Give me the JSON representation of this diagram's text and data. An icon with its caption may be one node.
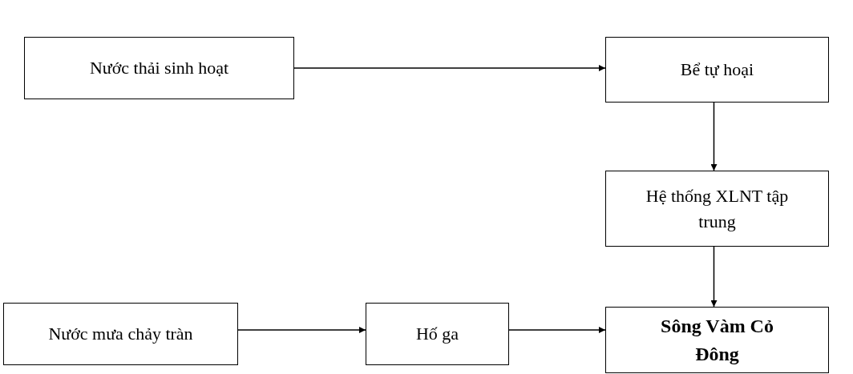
{
  "diagram": {
    "nodes": [
      {
        "text": [
          "Nước thải sinh hoạt"
        ]
      },
      {
        "text": [
          "Bể tự hoại"
        ]
      },
      {
        "text": [
          "Hệ thống XLNT tập trung"
        ]
      },
      {
        "text": [
          "Nước mưa chảy tràn"
        ]
      },
      {
        "text": [
          "Hố ga"
        ]
      },
      {
        "text": [
          "Sông Vàm Cỏ Đông"
        ]
      }
    ],
    "edges": [
      {
        "from": 0,
        "to": 1,
        "arrow": "to"
      },
      {
        "from": 1,
        "to": 2,
        "arrow": "to"
      },
      {
        "from": 2,
        "to": 5,
        "arrow": "to"
      },
      {
        "from": 3,
        "to": 4,
        "arrow": "to"
      },
      {
        "from": 4,
        "to": 5,
        "arrow": "to"
      }
    ]
  }
}
